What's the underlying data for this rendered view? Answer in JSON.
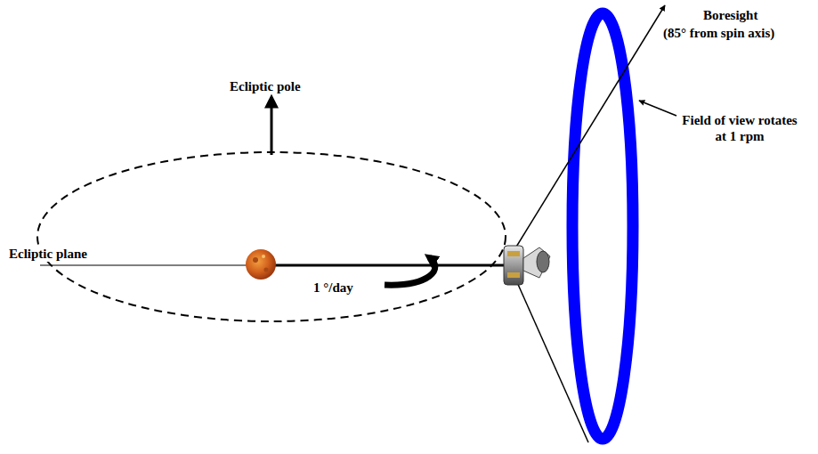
{
  "diagram": {
    "labels": [
      "Boresight",
      "(85° from spin axis)",
      "Ecliptic pole",
      "Field of view rotates at 1 rpm",
      "Ecliptic plane",
      "1 °/day"
    ]
  }
}
